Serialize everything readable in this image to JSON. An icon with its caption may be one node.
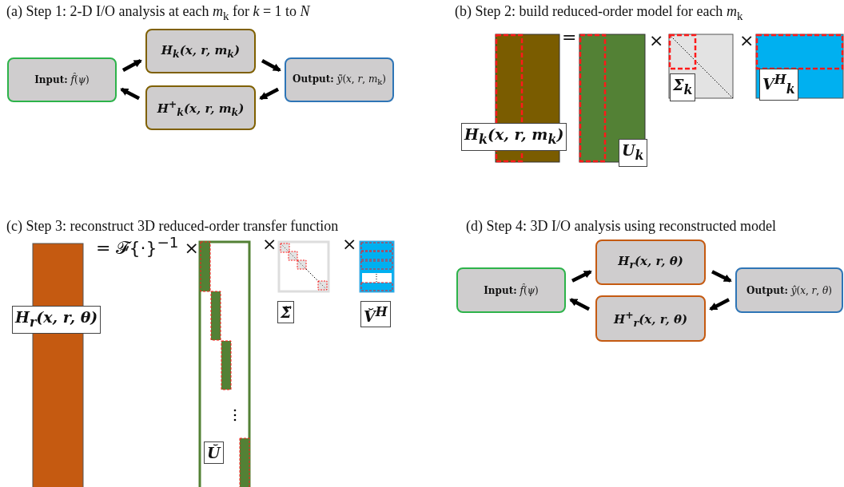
{
  "diagram": {
    "nodes": [
      {
        "text": [
          "**Input:** *f̂*(*ψ*)"
        ]
      },
      {
        "text": [
          "H$_{k}$(x, r, m$_{k}$)"
        ]
      },
      {
        "text": [
          "H$^{+}$$_{k}$(x, r, m$_{k}$)"
        ]
      },
      {
        "text": [
          "**Output:** *ỹ*(*x*, *r*, *m*$_{k}$)"
        ]
      },
      {
        "text": [
          "**Input:** *f̂*(*ψ*)"
        ]
      },
      {
        "text": [
          "H$_{r}$(x, r, θ)"
        ]
      },
      {
        "text": [
          "H$^{+}$$_{r}$(x, r, θ)"
        ]
      },
      {
        "text": [
          "**Output:** *ŷ*(*x*, *r*, *θ*)"
        ]
      }
    ],
    "edges": [
      {
        "from": 0,
        "to": 1,
        "arrow": "to"
      },
      {
        "from": 1,
        "to": 3,
        "arrow": "to"
      },
      {
        "from": 3,
        "to": 2,
        "arrow": "to"
      },
      {
        "from": 2,
        "to": 0,
        "arrow": "to"
      },
      {
        "from": 4,
        "to": 5,
        "arrow": "to"
      },
      {
        "from": 5,
        "to": 7,
        "arrow": "to"
      },
      {
        "from": 7,
        "to": 6,
        "arrow": "to"
      },
      {
        "from": 6,
        "to": 4,
        "arrow": "to"
      }
    ],
    "labels": [
      "(a) Step 1: 2-D I/O analysis at each *m*$_{k}$ for *k* = 1 to *N*",
      "(b) Step 2: build reduced-order model for each *m*$_{k}$",
      "=",
      "×",
      "×",
      "H$_{k}$(x, r, m$_{k}$)",
      "Σ$_{k}$",
      "V$^{H}$$_{k}$",
      "U$_{k}$",
      "(c) Step 3: reconstruct 3D reduced-order transfer function",
      "(d) Step 4: 3D I/O analysis using reconstructed model",
      "= 𝓕{·}$^{−1}$ ×",
      "×",
      "×",
      "H$_{r}$(x, r, θ)",
      "Σ̆",
      "V̆$^{H}$",
      "Ŭ"
    ]
  }
}
